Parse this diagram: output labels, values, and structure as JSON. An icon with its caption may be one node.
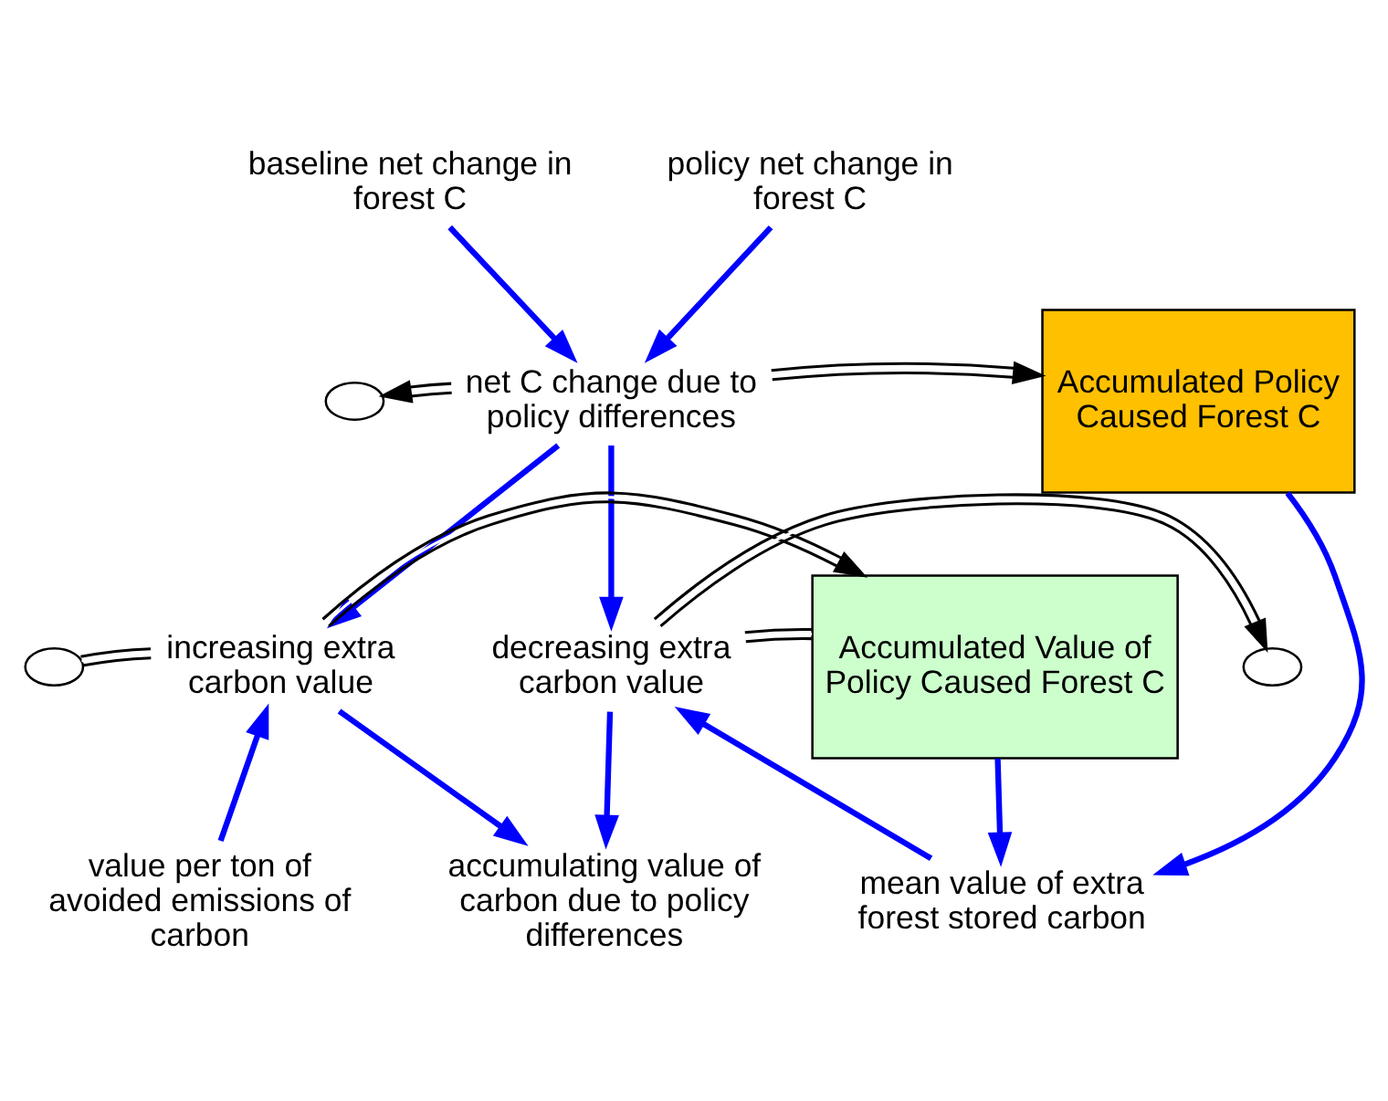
{
  "diagram": {
    "nodes": [
      {
        "text": [],
        "shape": "cloud"
      },
      {
        "text": [
          "net C change due to policy differences"
        ]
      },
      {
        "text": [
          "Accumulated Policy Caused Forest C"
        ]
      },
      {
        "text": [
          "baseline net change in forest C"
        ]
      },
      {
        "text": [
          "policy net change in forest C"
        ]
      },
      {
        "text": [
          "mean value of extra forest stored carbon"
        ]
      },
      {
        "text": [
          "value per ton of avoided emissions of carbon"
        ]
      },
      {
        "text": [],
        "shape": "cloud"
      },
      {
        "text": [
          "increasing extra carbon value"
        ]
      },
      {
        "text": [
          "Accumulated Value of Policy Caused Forest C"
        ]
      },
      {
        "text": [
          "decreasing extra carbon value"
        ]
      },
      {
        "text": [],
        "shape": "cloud"
      },
      {
        "text": [
          "accumulating value of carbon due to policy differences"
        ]
      }
    ],
    "edges": [
      {
        "from": 1,
        "to": 0,
        "arrow": "to",
        "color": "#000000"
      },
      {
        "from": 1,
        "to": 2,
        "arrow": "to",
        "color": "#000000"
      },
      {
        "from": 3,
        "to": 1,
        "arrow": "to"
      },
      {
        "from": 4,
        "to": 1,
        "arrow": "to"
      },
      {
        "from": 2,
        "to": 5,
        "arrow": "to"
      },
      {
        "from": 1,
        "to": 8,
        "arrow": "to"
      },
      {
        "from": 1,
        "to": 10,
        "arrow": "to"
      },
      {
        "from": 5,
        "to": 10,
        "arrow": "to"
      },
      {
        "from": 9,
        "to": 5,
        "arrow": "to"
      },
      {
        "from": 6,
        "to": 8,
        "arrow": "to"
      },
      {
        "from": 7,
        "to": 8,
        "arrow": "none",
        "color": "#000000"
      },
      {
        "from": 8,
        "to": 9,
        "arrow": "to",
        "color": "#000000"
      },
      {
        "from": 9,
        "to": 10,
        "arrow": "none",
        "color": "#000000"
      },
      {
        "from": 10,
        "to": 11,
        "arrow": "to",
        "color": "#000000"
      },
      {
        "from": 8,
        "to": 12,
        "arrow": "to"
      },
      {
        "from": 10,
        "to": 12,
        "arrow": "to"
      }
    ]
  }
}
